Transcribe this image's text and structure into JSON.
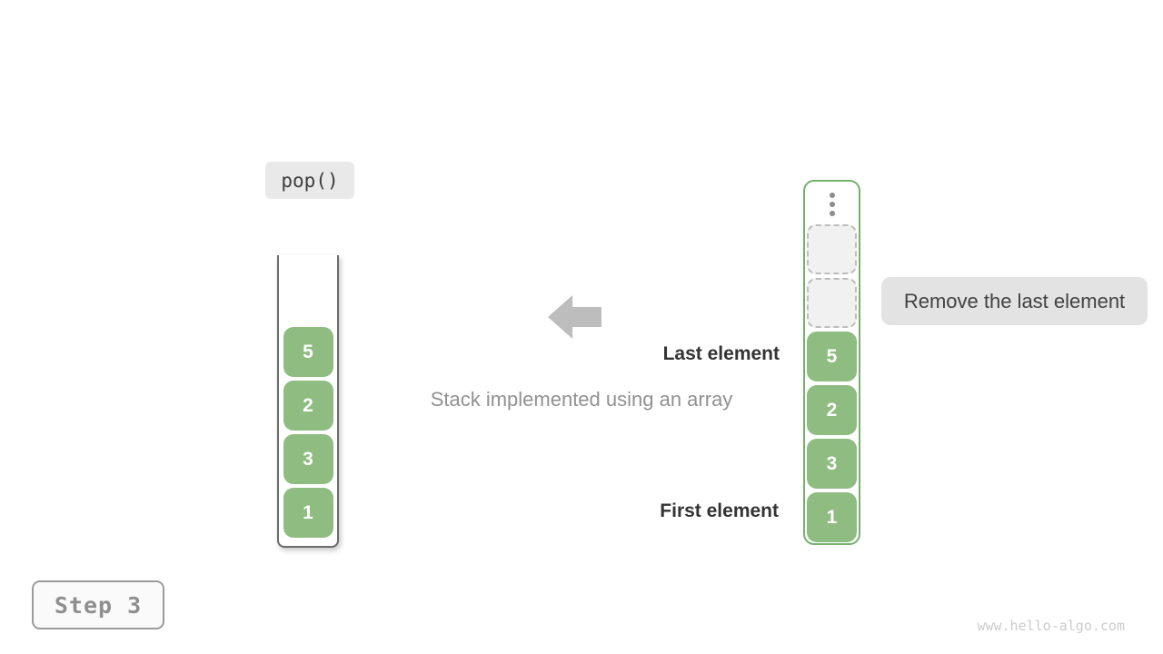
{
  "figure": {
    "operation": "pop()",
    "step": "Step 3",
    "caption": "Stack implemented using an array",
    "tooltip": "Remove the last element",
    "last_element_label": "Last element",
    "first_element_label": "First element",
    "watermark": "www.hello-algo.com"
  },
  "stack_view": {
    "values_top_to_bottom": [
      "5",
      "2",
      "3",
      "1"
    ]
  },
  "array_view": {
    "empty_slot_count": 2,
    "values_top_to_bottom": [
      "5",
      "2",
      "3",
      "1"
    ]
  },
  "icons": {
    "arrow": "left-block-arrow",
    "ellipsis": "vertical-ellipsis"
  },
  "colors": {
    "cell_green": "#8ebc81",
    "array_border": "#77af6d",
    "stack_border": "#6b6b6b",
    "arrow_gray": "#bdbdbd",
    "tooltip_bg": "#e3e3e3",
    "code_bg": "#e9e9e9",
    "empty_fill": "#f1f1f1",
    "empty_border": "#bdbdbd",
    "label_dark": "#333333",
    "caption_gray": "#919191",
    "step_text": "#8f8f8f",
    "step_border": "#9b9b9b",
    "watermark_gray": "#cbcbcb",
    "dot_gray": "#8c8c8c"
  }
}
